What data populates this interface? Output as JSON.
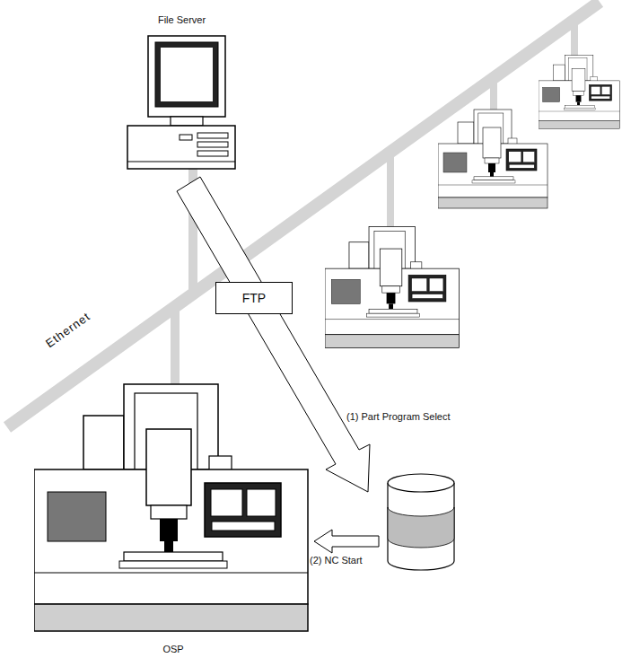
{
  "diagram": {
    "nodes": [
      {
        "text": [
          "File Server"
        ]
      },
      {
        "text": [
          "FTP"
        ]
      },
      {
        "text": [
          "OSP"
        ]
      }
    ],
    "labels": [
      "Ethernet",
      "(1) Part Program Select",
      "(2) NC Start"
    ]
  }
}
